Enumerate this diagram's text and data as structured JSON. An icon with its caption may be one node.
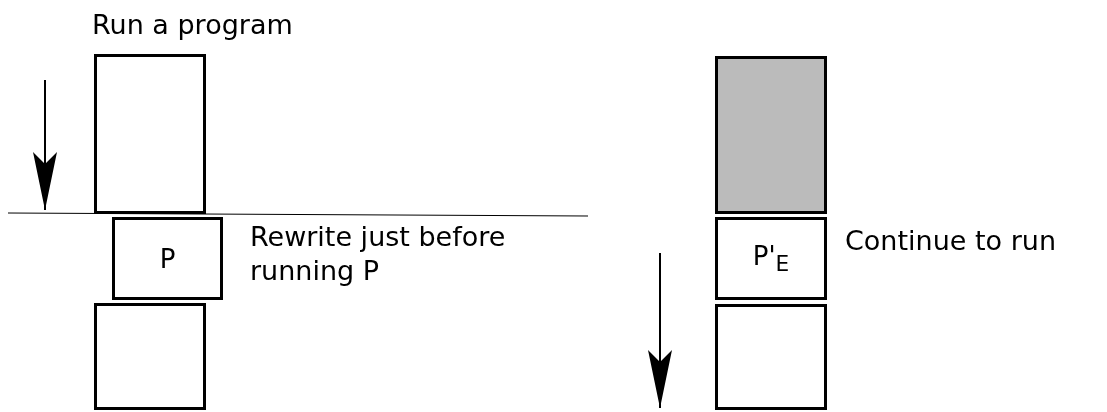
{
  "diagram": {
    "nodes": [
      {
        "text": [],
        "shape": "box",
        "beside": [
          "Run a program"
        ]
      },
      {
        "text": [
          "P"
        ],
        "beside": [
          "Rewrite just before running P"
        ]
      },
      {
        "text": [],
        "shape": "box"
      },
      {
        "text": [],
        "shape": "box"
      },
      {
        "text": [
          "P'$_{E}$"
        ],
        "beside": [
          "Continue to run"
        ]
      },
      {
        "text": [],
        "shape": "box"
      }
    ],
    "edges": []
  }
}
